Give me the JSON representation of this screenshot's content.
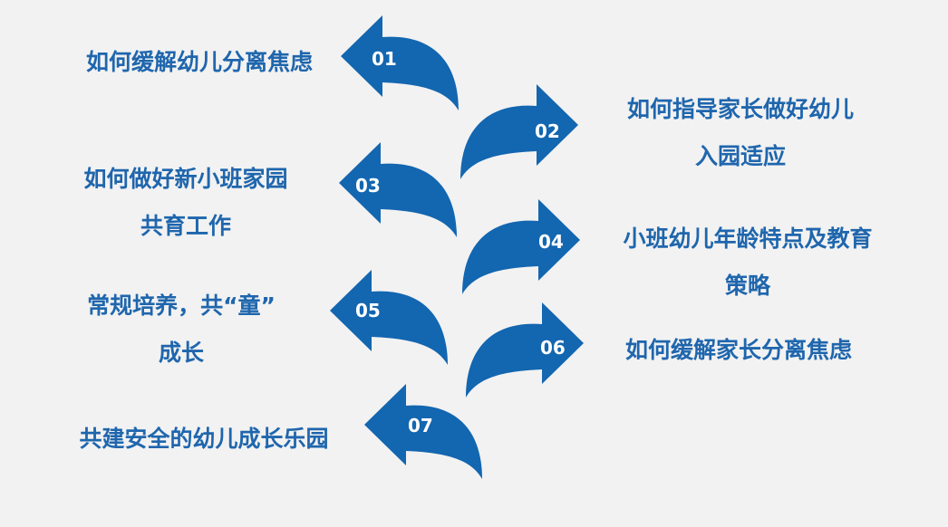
{
  "palette": {
    "arrow": "#1366b0",
    "text": "#1f66ad",
    "background": "#f2f2f2"
  },
  "items": [
    {
      "number": "01",
      "lines": [
        "如何缓解幼儿分离焦虑"
      ]
    },
    {
      "number": "02",
      "lines": [
        "如何指导家长做好幼儿",
        "入园适应"
      ]
    },
    {
      "number": "03",
      "lines": [
        "如何做好新小班家园",
        "共育工作"
      ]
    },
    {
      "number": "04",
      "lines": [
        "小班幼儿年龄特点及教育",
        "策略"
      ]
    },
    {
      "number": "05",
      "lines": [
        "常规培养，共“童”",
        "成长"
      ]
    },
    {
      "number": "06",
      "lines": [
        "如何缓解家长分离焦虑"
      ]
    },
    {
      "number": "07",
      "lines": [
        "共建安全的幼儿成长乐园"
      ]
    }
  ]
}
